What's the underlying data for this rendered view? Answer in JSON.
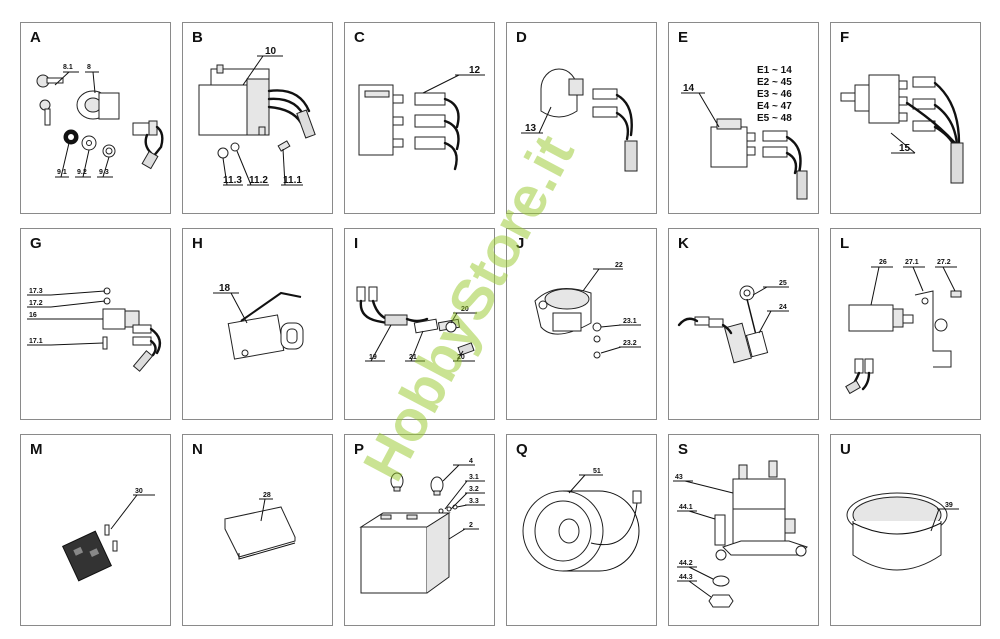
{
  "panels": [
    {
      "letter": "A",
      "labels": [
        "8.1",
        "8",
        "9.1",
        "9.2",
        "9.3"
      ]
    },
    {
      "letter": "B",
      "labels": [
        "10",
        "11.3",
        "11.2",
        "11.1"
      ]
    },
    {
      "letter": "C",
      "labels": [
        "12"
      ]
    },
    {
      "letter": "D",
      "labels": [
        "13"
      ]
    },
    {
      "letter": "E",
      "labels": [
        "14"
      ],
      "variants": [
        "E1 ~ 14",
        "E2 ~ 45",
        "E3 ~ 46",
        "E4 ~ 47",
        "E5 ~ 48"
      ]
    },
    {
      "letter": "F",
      "labels": [
        "15"
      ]
    },
    {
      "letter": "G",
      "labels": [
        "17.3",
        "17.2",
        "16",
        "17.1"
      ]
    },
    {
      "letter": "H",
      "labels": [
        "18"
      ]
    },
    {
      "letter": "I",
      "labels": [
        "20",
        "19",
        "21",
        "20"
      ]
    },
    {
      "letter": "J",
      "labels": [
        "22",
        "23.1",
        "23.2"
      ]
    },
    {
      "letter": "K",
      "labels": [
        "25",
        "24"
      ]
    },
    {
      "letter": "L",
      "labels": [
        "26",
        "27.1",
        "27.2"
      ]
    },
    {
      "letter": "M",
      "labels": [
        "30"
      ]
    },
    {
      "letter": "N",
      "labels": [
        "28"
      ]
    },
    {
      "letter": "P",
      "labels": [
        "4",
        "3.1",
        "3.2",
        "3.3",
        "2"
      ]
    },
    {
      "letter": "Q",
      "labels": [
        "51"
      ]
    },
    {
      "letter": "S",
      "labels": [
        "43",
        "44.1",
        "44.2",
        "44.3"
      ]
    },
    {
      "letter": "U",
      "labels": [
        "39"
      ]
    }
  ],
  "watermark": "HobbyStore.it",
  "colors": {
    "watermark": "#96c828",
    "border": "#8a8a8a",
    "ink": "#111111"
  }
}
